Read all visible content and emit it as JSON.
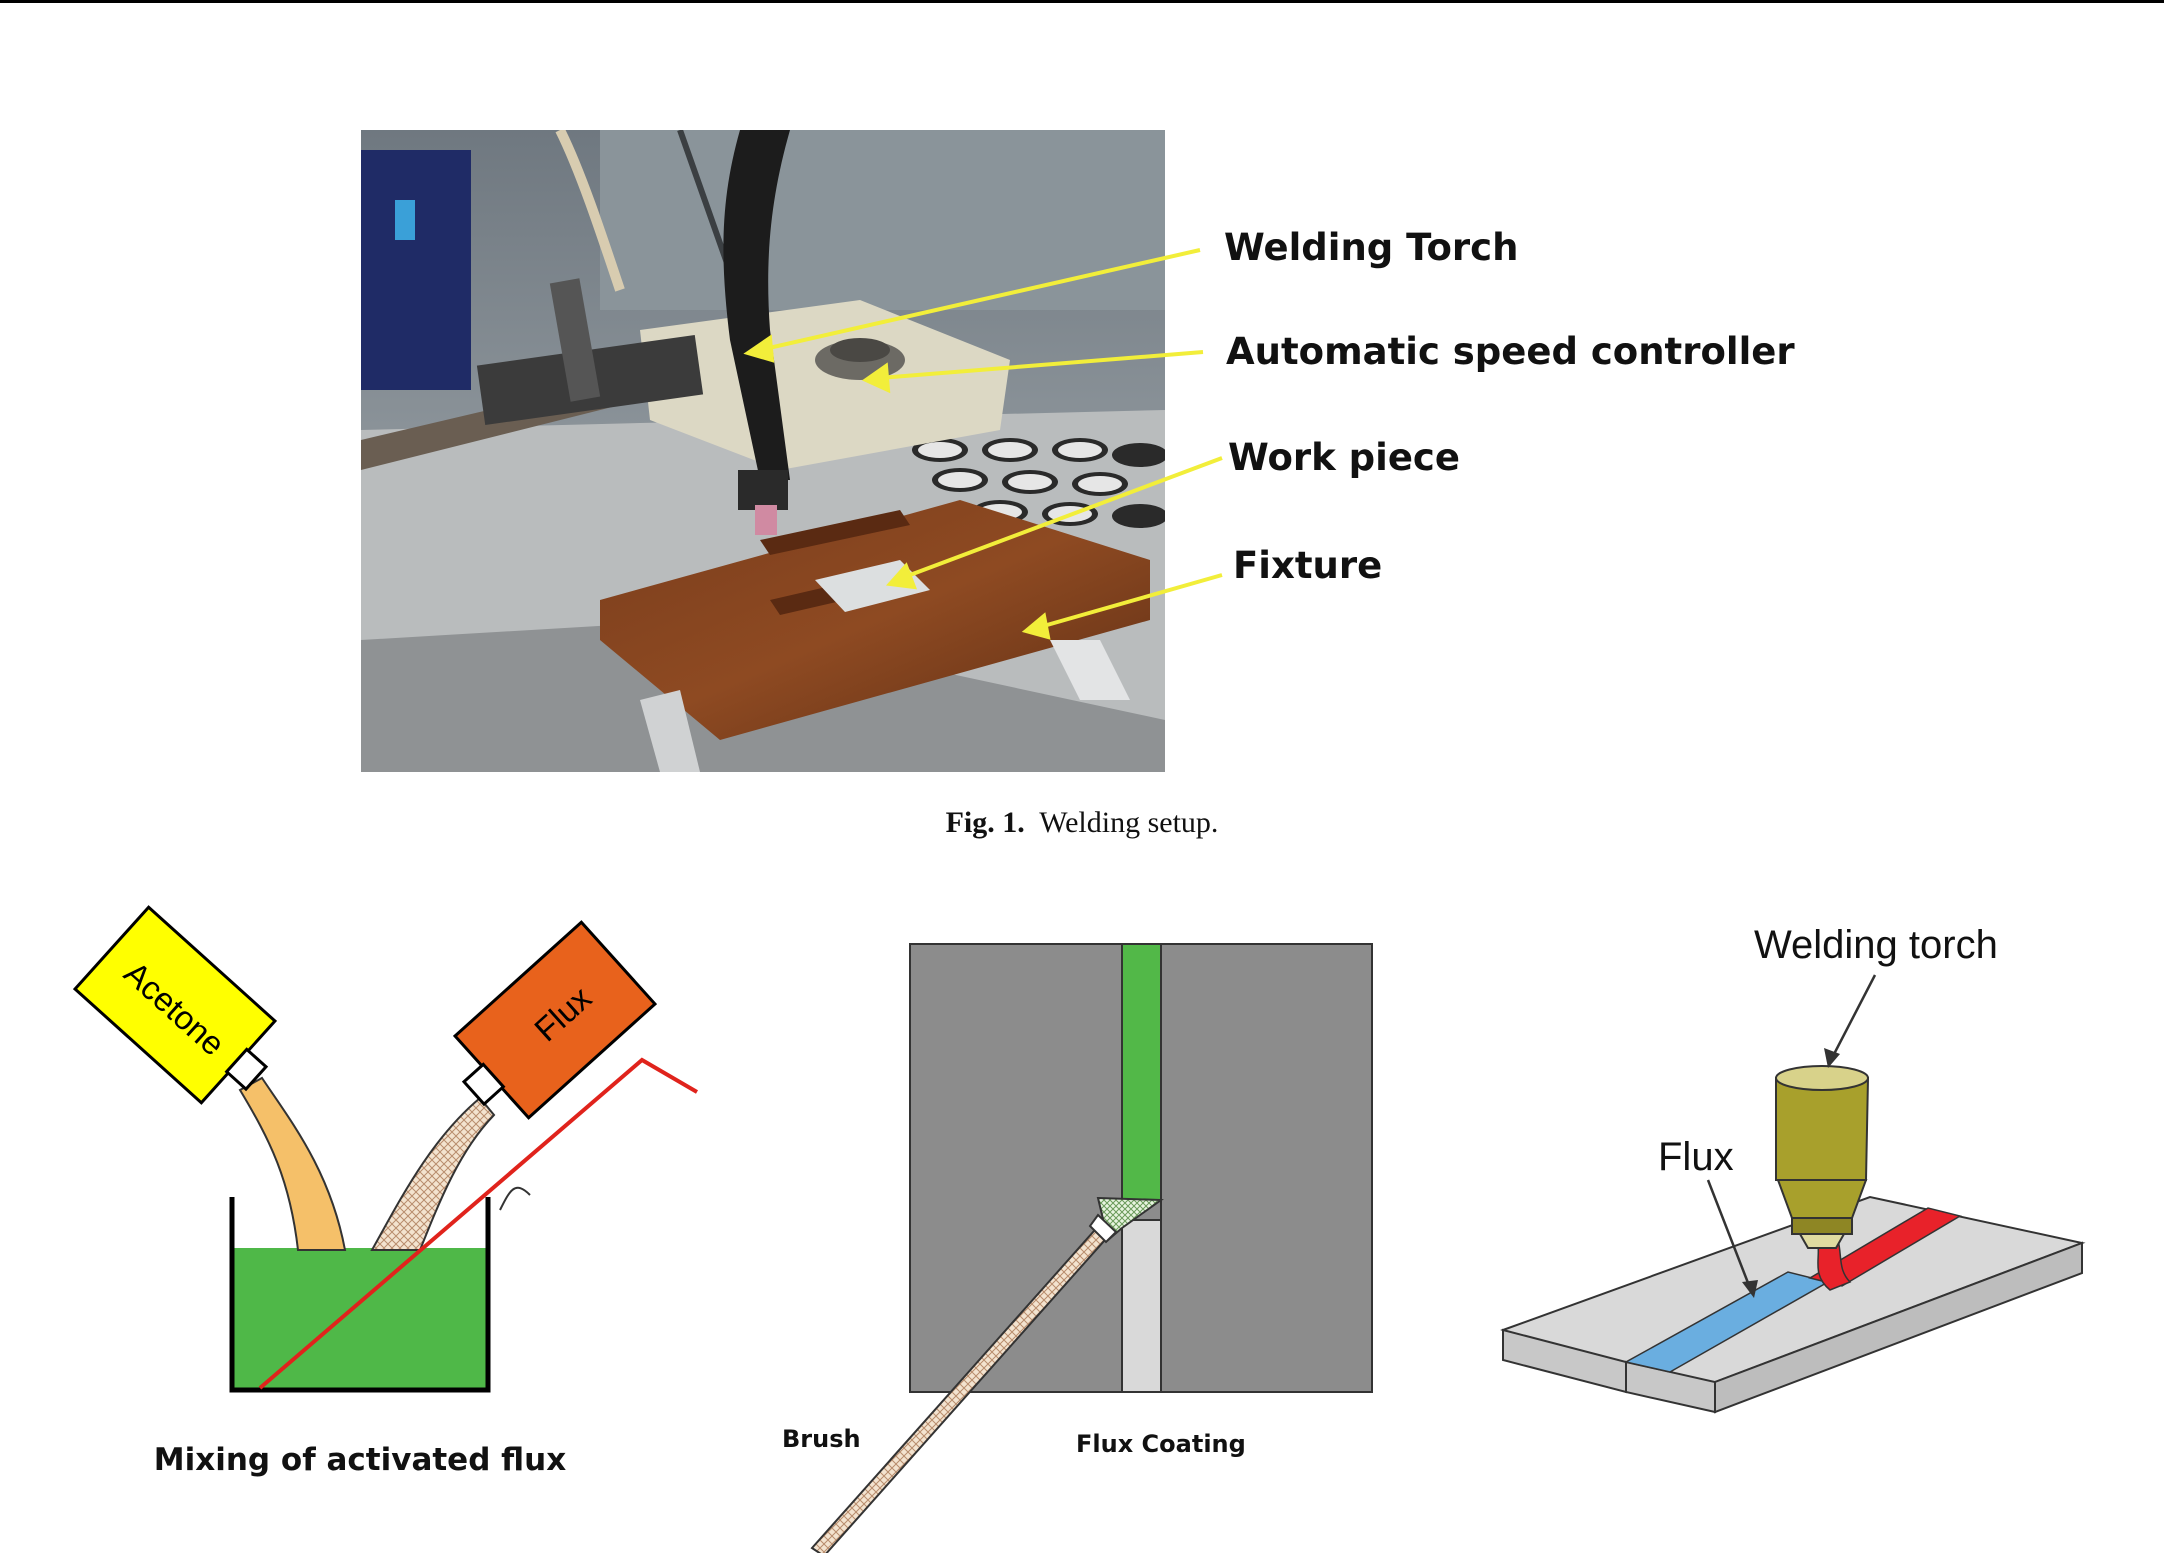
{
  "photo_labels": {
    "welding_torch": "Welding Torch",
    "speed_controller": "Automatic speed controller",
    "work_piece": "Work piece",
    "fixture": "Fixture"
  },
  "figure_caption": {
    "number": "Fig. 1.",
    "text": "Welding setup."
  },
  "mixing_panel": {
    "acetone_label": "Acetone",
    "flux_label": "Flux",
    "caption": "Mixing of activated flux"
  },
  "coating_panel": {
    "brush_label": "Brush",
    "coating_label": "Flux Coating"
  },
  "torch_panel": {
    "torch_label": "Welding torch",
    "flux_label": "Flux"
  },
  "colors": {
    "arrow_yellow": "#f2ee3a",
    "acetone_box": "#ffff00",
    "flux_box": "#e8621c",
    "mix_green": "#4fb848",
    "plate_gray": "#8c8c8c",
    "coating_green": "#52b848",
    "weld_red": "#e8222a",
    "flux_blue": "#6aaee0",
    "torch_olive": "#a8a02c",
    "stir_red": "#e0231c"
  }
}
